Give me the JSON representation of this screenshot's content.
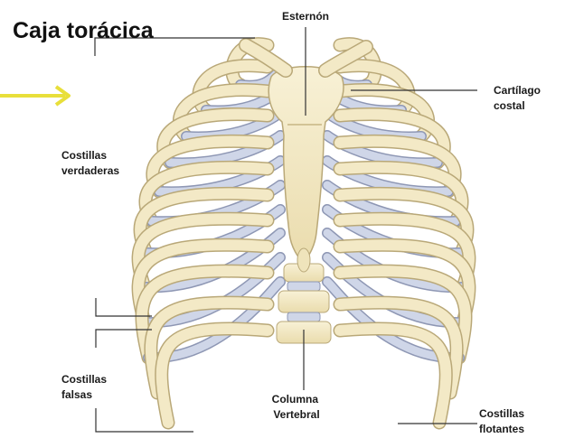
{
  "title": "Caja torácica",
  "labels": {
    "sternum": "Esternón",
    "costal_cartilage": [
      "Cartílago",
      "costal"
    ],
    "true_ribs": [
      "Costillas",
      "verdaderas"
    ],
    "false_ribs": [
      "Costillas",
      "falsas"
    ],
    "vertebral_column": [
      "Columna",
      "Vertebral"
    ],
    "floating_ribs": [
      "Costillas",
      "flotantes"
    ]
  },
  "colors": {
    "bone": "#f3e9c6",
    "bone_outline": "#b9a878",
    "cartilage": "#cfd6e8",
    "cartilage_outline": "#8e97b4",
    "leader_line": "#333333",
    "arrow": "#e8df3a"
  }
}
